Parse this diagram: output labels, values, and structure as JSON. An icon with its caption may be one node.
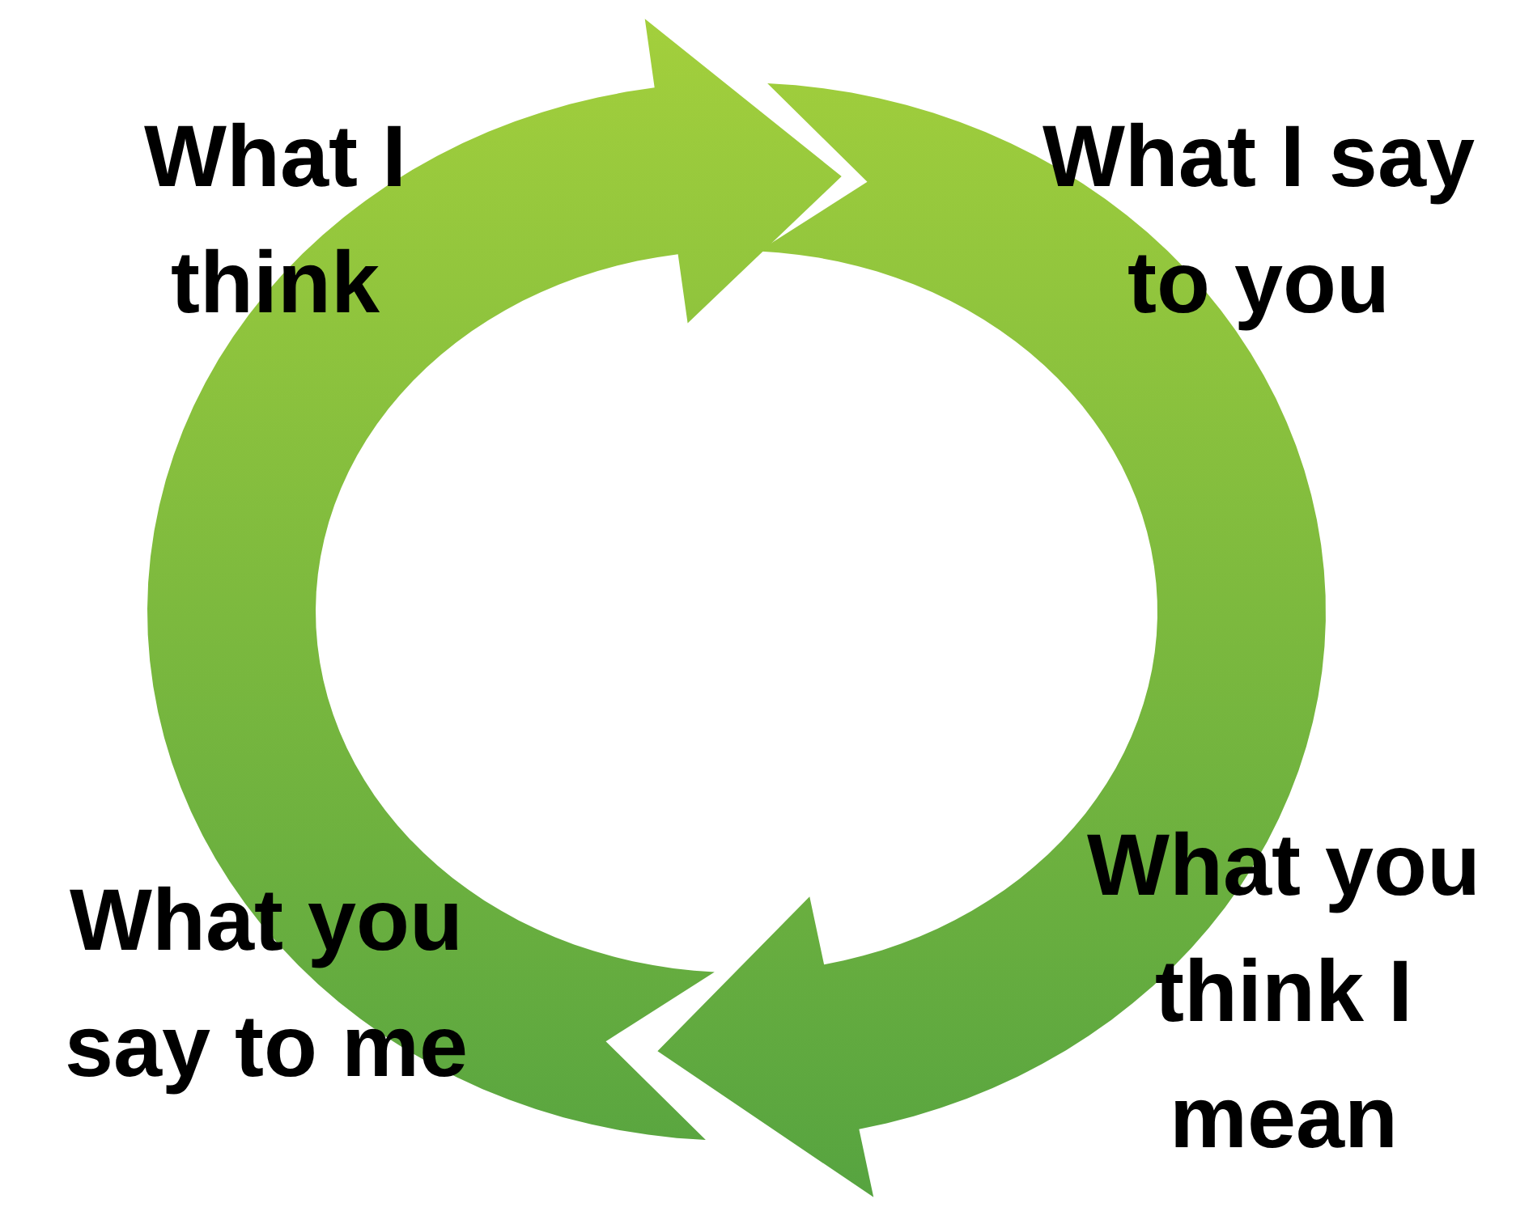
{
  "diagram": {
    "nodes": [
      {
        "text": [
          "What I think"
        ]
      },
      {
        "text": [
          "What I say to you"
        ]
      },
      {
        "text": [
          "What you think I mean"
        ]
      },
      {
        "text": [
          "What you say to me"
        ]
      }
    ],
    "edges": [
      {
        "from": 3,
        "to": 1,
        "arrow": "to"
      },
      {
        "from": 1,
        "to": 3,
        "arrow": "to"
      }
    ]
  }
}
